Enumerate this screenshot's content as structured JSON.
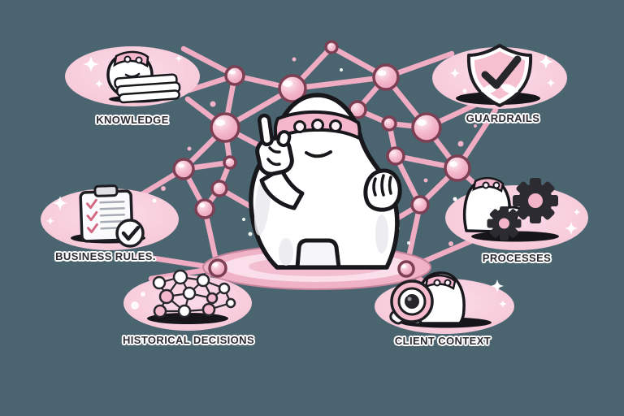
{
  "scene": {
    "background_color": "#4b6570",
    "center_icon": "mascot-raising-finger",
    "platform_icon": "pink-disc-platform",
    "network_icon": "pink-node-network"
  },
  "colors": {
    "background": "#4b6570",
    "bubble_pink": "#f7cdda",
    "node_pink": "#f3b5ca",
    "node_border": "#7c3f54",
    "edge_pink": "#efacc2",
    "outline_dark": "#1d1d22",
    "gear_dark": "#2b2b31",
    "headband_pink": "#f4b6ca",
    "label_text": "#2b2b30",
    "label_outline": "#ffffff"
  },
  "bubbles": [
    {
      "id": "knowledge",
      "label": "KNOWLEDGE",
      "icon": "mascot-holding-papers-icon"
    },
    {
      "id": "guardrails",
      "label": "GUARDRAILS",
      "icon": "shield-check-icon"
    },
    {
      "id": "business-rules",
      "label": "BUSINESS RULES.",
      "icon": "clipboard-checklist-icon"
    },
    {
      "id": "processes",
      "label": "PROCESSES",
      "icon": "mascot-with-gears-icon"
    },
    {
      "id": "historical-decisions",
      "label": "HISTORICAL DECISIONS",
      "icon": "network-graph-icon"
    },
    {
      "id": "client-context",
      "label": "CLIENT CONTEXT",
      "icon": "mascot-with-magnifier-icon"
    }
  ]
}
